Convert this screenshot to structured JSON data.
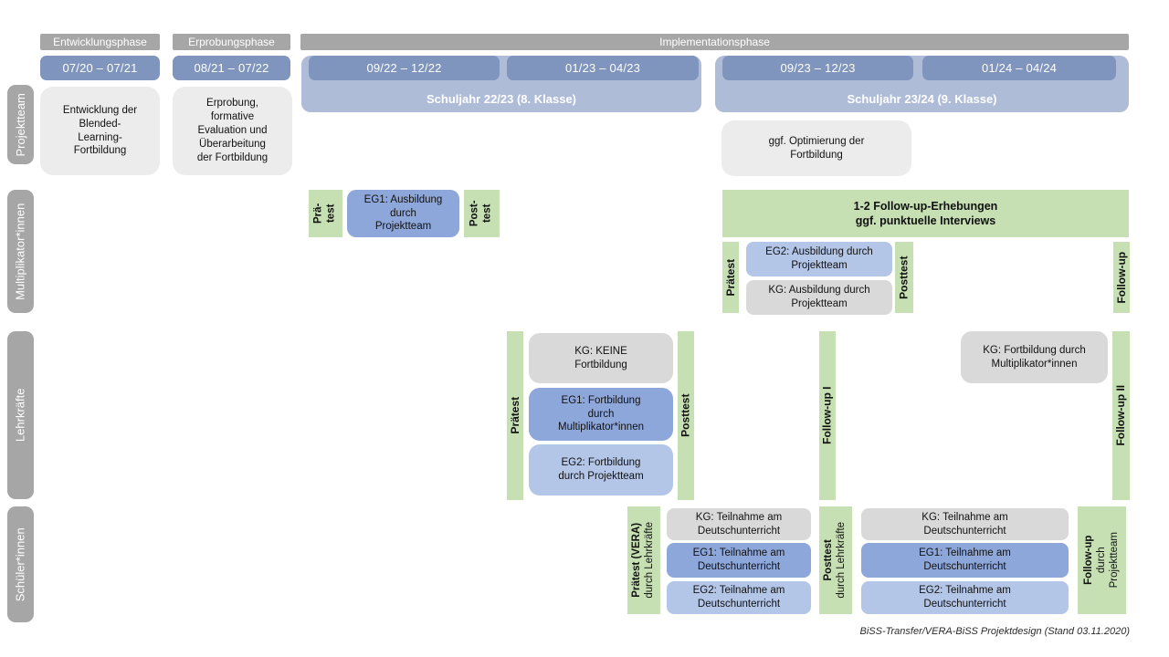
{
  "colors": {
    "headerGray": "#a6a6a6",
    "dateBlue": "#7f95bd",
    "containerBlue": "#aebcd8",
    "green": "#c6e0b4",
    "blueMed": "#8ea7da",
    "blueLight": "#b4c6e7",
    "grayBox": "#d9d9d9",
    "grayLighter": "#ececec"
  },
  "header": {
    "phases": {
      "entwicklung": "Entwicklungsphase",
      "erprobung": "Erprobungsphase",
      "implementation": "Implementationsphase"
    },
    "periods": {
      "p1": "07/20 – 07/21",
      "p2": "08/21 – 07/22",
      "p3": "09/22 – 12/22",
      "p4": "01/23 – 04/23",
      "p5": "09/23 – 12/23",
      "p6": "01/24 – 04/24"
    },
    "school_years": {
      "sy1": "Schuljahr 22/23 (8. Klasse)",
      "sy2": "Schuljahr 23/24 (9. Klasse)"
    }
  },
  "row_labels": {
    "projektteam": "Projektteam",
    "multiplikatoren": "Multiplikator*innen",
    "lehrkraefte": "Lehrkräfte",
    "schueler": "Schüler*innen"
  },
  "projektteam": {
    "entwicklung": "Entwicklung der\nBlended-\nLearning-\nFortbildung",
    "erprobung": "Erprobung,\nformative\nEvaluation und\nÜberarbeitung\nder Fortbildung",
    "optimierung": "ggf. Optimierung der\nFortbildung"
  },
  "multiplikatoren": {
    "praetest_1": {
      "line1": "Prä-",
      "line2": "test"
    },
    "eg1": "EG1: Ausbildung\ndurch\nProjektteam",
    "posttest_1": {
      "line1": "Post-",
      "line2": "test"
    },
    "followup_banner": "1-2 Follow-up-Erhebungen\nggf. punktuelle Interviews",
    "praetest_2": "Prätest",
    "eg2": "EG2: Ausbildung durch\nProjektteam",
    "kg": "KG: Ausbildung durch\nProjektteam",
    "posttest_2": "Posttest",
    "followup": "Follow-up"
  },
  "lehrkraefte": {
    "praetest": "Prätest",
    "kg1": "KG: KEINE\nFortbildung",
    "eg1": "EG1: Fortbildung\ndurch\nMultiplikator*innen",
    "eg2": "EG2: Fortbildung\ndurch Projektteam",
    "posttest": "Posttest",
    "followup1": "Follow-up I",
    "kg2": "KG: Fortbildung durch\nMultiplikator*innen",
    "followup2": "Follow-up II"
  },
  "schueler": {
    "praetest": {
      "line1": "Prätest (VERA)",
      "line2": "durch Lehrkräfte"
    },
    "kg": "KG: Teilnahme am\nDeutschunterricht",
    "eg1": "EG1: Teilnahme am\nDeutschunterricht",
    "eg2": "EG2: Teilnahme am\nDeutschunterricht",
    "posttest": {
      "line1": "Posttest",
      "line2": "durch Lehrkräfte"
    },
    "followup": {
      "line1": "Follow-up",
      "line2": "durch",
      "line3": "Projektteam"
    }
  },
  "caption": "BiSS-Transfer/VERA-BiSS Projektdesign (Stand 03.11.2020)"
}
